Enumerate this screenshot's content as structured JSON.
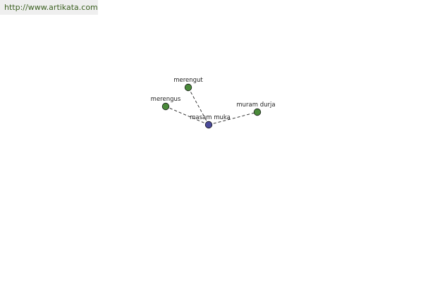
{
  "site_url": "http://www.artikata.com",
  "colors": {
    "url_text": "#3a5f1f",
    "center_node": "#4a4a9a",
    "leaf_node": "#4a8a3a",
    "edge": "#222222",
    "label": "#222222"
  },
  "graph": {
    "center": {
      "id": "center",
      "label": "masam muka"
    },
    "nodes": [
      {
        "id": "merengut",
        "label": "merengut"
      },
      {
        "id": "merengus",
        "label": "merengus"
      },
      {
        "id": "muram-durja",
        "label": "muram durja"
      }
    ],
    "edges": [
      {
        "from": "center",
        "to": "merengut"
      },
      {
        "from": "center",
        "to": "merengus"
      },
      {
        "from": "center",
        "to": "muram-durja"
      }
    ]
  }
}
